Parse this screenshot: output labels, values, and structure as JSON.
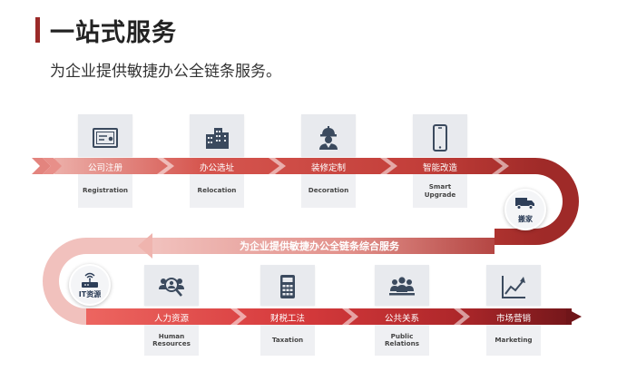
{
  "title": "一站式服务",
  "subtitle": "为企业提供敏捷办公全链条服务。",
  "center_label": "为企业提供敏捷办公全链条综合服务",
  "top_row": [
    {
      "label": "公司注册",
      "en": "Registration",
      "icon": "certificate-icon"
    },
    {
      "label": "办公选址",
      "en": "Relocation",
      "icon": "buildings-icon"
    },
    {
      "label": "装修定制",
      "en": "Decoration",
      "icon": "worker-icon"
    },
    {
      "label": "智能改造",
      "en": "Smart\nUpgrade",
      "icon": "smartphone-icon"
    }
  ],
  "bottom_row": [
    {
      "label": "人力资源",
      "en": "Human\nResources",
      "icon": "people-search-icon"
    },
    {
      "label": "财税工法",
      "en": "Taxation",
      "icon": "calculator-icon"
    },
    {
      "label": "公共关系",
      "en": "Public\nRelations",
      "icon": "group-icon"
    },
    {
      "label": "市场营销",
      "en": "Marketing",
      "icon": "trend-chart-icon"
    }
  ],
  "bubbles": {
    "moving": {
      "label": "搬家",
      "icon": "truck-icon"
    },
    "it": {
      "label": "IT资源",
      "icon": "router-icon"
    }
  },
  "colors": {
    "title_accent": "#9b2a28",
    "band_light": "#e39a95",
    "band_mid": "#cf4a44",
    "band_dark": "#8a1f1f",
    "card_bg": "#e8eaee",
    "icon": "#3b4a5e"
  }
}
